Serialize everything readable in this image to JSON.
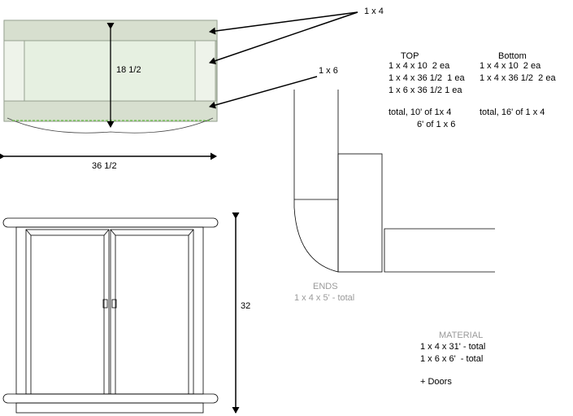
{
  "plan_view": {
    "label_1x4": "1 x 4",
    "depth_dim": "18 1/2",
    "width_dim": "36 1/2"
  },
  "section_view": {
    "label_1x6": "1 x 6",
    "ends_title": "ENDS",
    "ends_total": "1 x 4 x 5' - total"
  },
  "cut_lists": {
    "top": {
      "title": "TOP",
      "lines": [
        "1 x 4 x 10  2 ea",
        "1 x 4 x 36 1/2  1 ea",
        "1 x 6 x 36 1/2 1 ea"
      ],
      "total_1": "total, 10' of 1x 4",
      "total_2": "6' of 1 x 6"
    },
    "bottom": {
      "title": "Bottom",
      "lines": [
        "1 x 4 x 10  2 ea",
        "1 x 4 x 36 1/2  2 ea"
      ],
      "total_1": "total, 16' of 1 x 4"
    }
  },
  "elevation_view": {
    "height_dim": "32"
  },
  "material": {
    "title": "MATERIAL",
    "lines": [
      "1 x 4 x 31' - total",
      "1 x 6 x 6'  - total"
    ],
    "extra": "+ Doors"
  },
  "colors": {
    "board_light": "#dfe8d6",
    "board_mid": "#c8d2c0",
    "frame_dark": "#7e8a78",
    "dash_green": "#6cc24a",
    "label_grey": "#9a9a9a"
  }
}
